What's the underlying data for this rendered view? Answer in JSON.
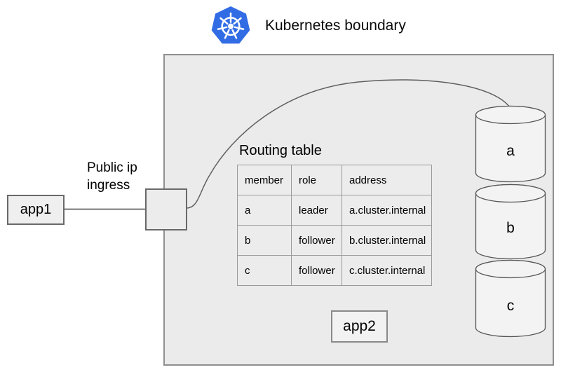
{
  "header": {
    "title": "Kubernetes boundary",
    "logo_icon": "kubernetes-icon",
    "logo_color": "#326ce5"
  },
  "external_app": {
    "label": "app1"
  },
  "ingress": {
    "label": "Public ip ingress"
  },
  "routing_table": {
    "title": "Routing table",
    "columns": [
      "member",
      "role",
      "address"
    ],
    "rows": [
      {
        "member": "a",
        "role": "leader",
        "address": "a.cluster.internal"
      },
      {
        "member": "b",
        "role": "follower",
        "address": "b.cluster.internal"
      },
      {
        "member": "c",
        "role": "follower",
        "address": "c.cluster.internal"
      }
    ]
  },
  "databases": [
    {
      "label": "a"
    },
    {
      "label": "b"
    },
    {
      "label": "c"
    }
  ],
  "internal_app": {
    "label": "app2"
  },
  "colors": {
    "kubernetes_blue": "#326ce5",
    "boundary_fill": "#ebebeb",
    "boundary_border": "#8f8f8f",
    "connector": "#5f5f5f"
  }
}
